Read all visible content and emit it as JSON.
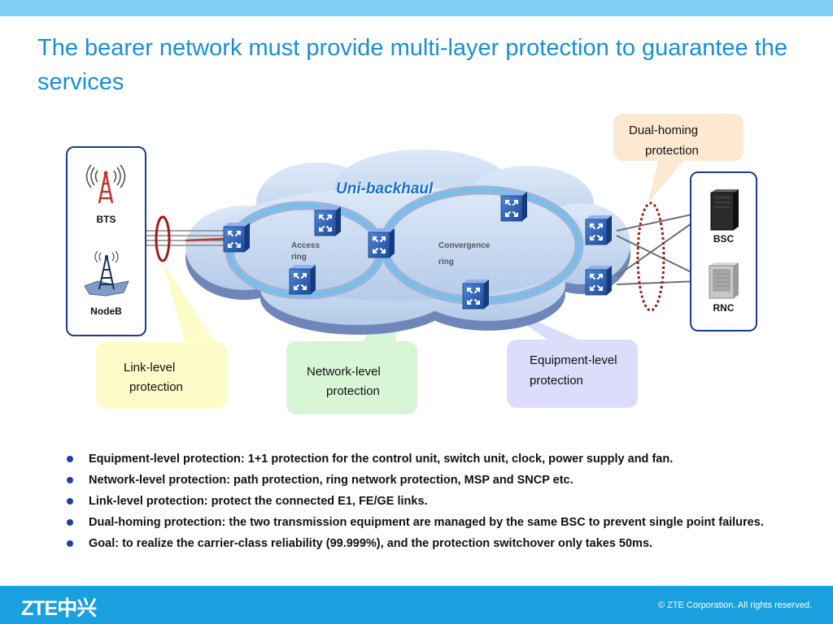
{
  "slide": {
    "title": "The bearer network must provide multi-layer protection to guarantee the services"
  },
  "diagram": {
    "cloud_title": "Uni-backhaul",
    "access_ring": [
      "Access",
      "ring"
    ],
    "convergence_ring": [
      "Convergence",
      "ring"
    ],
    "left_devices": {
      "bts": "BTS",
      "nodeb": "NodeB"
    },
    "right_devices": {
      "bsc": "BSC",
      "rnc": "RNC"
    },
    "callouts": {
      "dual_homing": [
        "Dual-homing",
        "protection"
      ],
      "link_level": [
        "Link-level",
        "protection"
      ],
      "network_level": [
        "Network-level",
        "protection"
      ],
      "equipment_level": [
        "Equipment-level",
        "protection"
      ]
    },
    "colors": {
      "title": "#1b8fd2",
      "cloud": "#c8daf2",
      "ring": "#63c6f5",
      "router": "#2d5eb8",
      "dual_homing_callout": "#fde9d2",
      "link_callout": "#fdfcc8",
      "network_callout": "#d6f6d6",
      "equipment_callout": "#dcdcfb",
      "footer": "#1aa0de"
    }
  },
  "bullets": [
    "Equipment-level protection: 1+1 protection for the control unit, switch unit, clock, power supply and fan.",
    "Network-level protection: path protection, ring network protection, MSP and SNCP etc.",
    "Link-level protection: protect the connected E1, FE/GE links.",
    "Dual-homing protection: the two transmission equipment are managed by the same BSC to prevent single point failures.",
    "Goal: to realize the carrier-class reliability (99.999%), and the protection switchover only takes 50ms."
  ],
  "footer": {
    "logo": "ZTE中兴",
    "copyright": "© ZTE Corporation. All rights reserved."
  }
}
